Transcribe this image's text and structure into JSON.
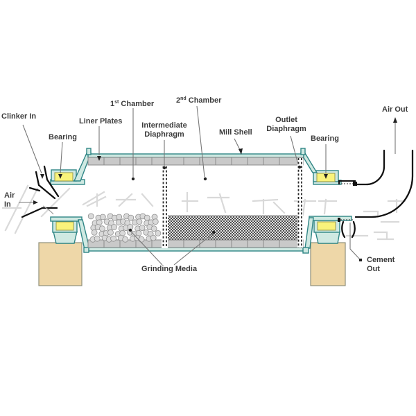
{
  "diagram": {
    "type": "ball-mill-cross-section",
    "labels": {
      "clinker_in": "Clinker In",
      "bearing_left": "Bearing",
      "liner_plates": "Liner Plates",
      "chamber1_num": "1",
      "chamber1_sup": "st",
      "chamber1_word": "Chamber",
      "chamber2_num": "2",
      "chamber2_sup": "nd",
      "chamber2_word": "Chamber",
      "intermediate_diaphragm_line1": "Intermediate",
      "intermediate_diaphragm_line2": "Diaphragm",
      "mill_shell": "Mill Shell",
      "outlet_diaphragm_line1": "Outlet",
      "outlet_diaphragm_line2": "Diaphragm",
      "bearing_right": "Bearing",
      "air_out": "Air Out",
      "air_in_line1": "Air",
      "air_in_line2": "In",
      "grinding_media": "Grinding Media",
      "cement_out_line1": "Cement",
      "cement_out_line2": "Out"
    },
    "colors": {
      "teal_stroke": "#2f8585",
      "teal_fill": "#cfe9e2",
      "bearing_yellow": "#f9f37b",
      "pedestal_tan": "#eed7a8",
      "liner_gray": "#c9c9c9",
      "label_color": "#3b3b3b",
      "line_black": "#111111",
      "watermark_gray": "#d9d9d9"
    }
  }
}
